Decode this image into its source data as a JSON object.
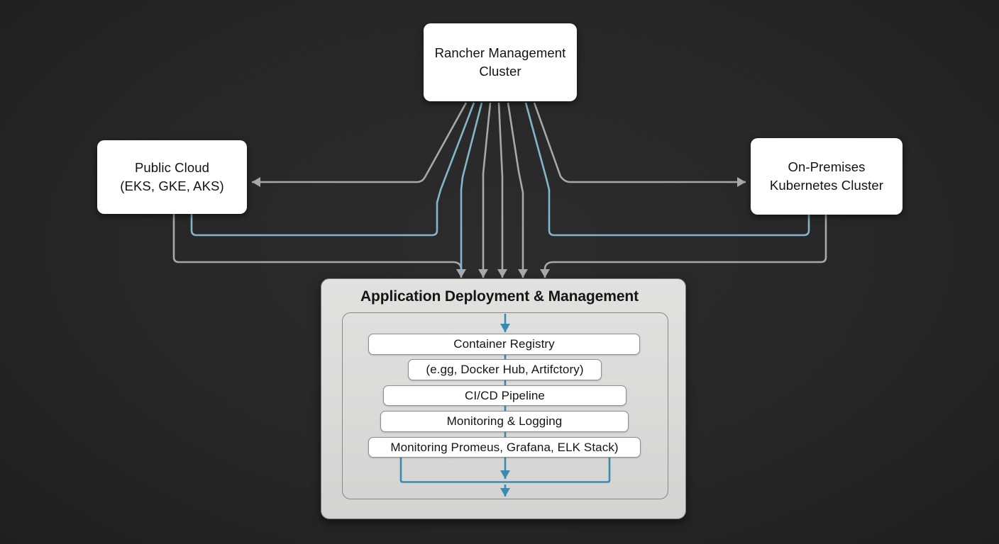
{
  "diagram": {
    "nodes": {
      "rancher": {
        "line1": "Rancher Management",
        "line2": "Cluster"
      },
      "public_cloud": {
        "line1": "Public Cloud",
        "line2": "(EKS, GKE, AKS)"
      },
      "on_premises": {
        "line1": "On-Premises",
        "line2": "Kubernetes Cluster"
      }
    },
    "panel": {
      "title": "Application Deployment & Management",
      "items": [
        "Container Registry",
        "(e.gg, Docker Hub, Artifctory)",
        "CI/CD Pipeline",
        "Monitoring & Logging",
        "Monitoring Promeus, Grafana, ELK Stack)"
      ]
    },
    "colors": {
      "background": "#262626",
      "connector_gray": "#a8a8a8",
      "connector_blue_outer": "#84b6ca",
      "connector_blue_inner": "#3a8bb0",
      "panel_bg": "#dadada",
      "node_bg": "#ffffff",
      "text": "#121212"
    }
  }
}
